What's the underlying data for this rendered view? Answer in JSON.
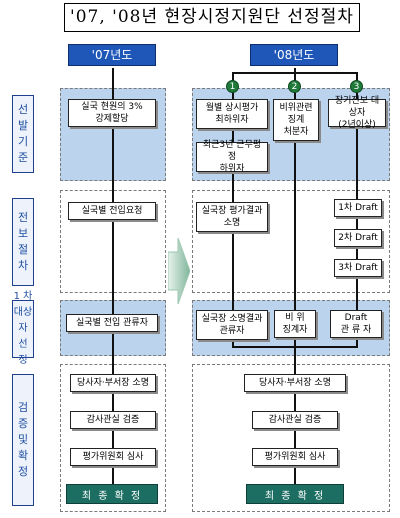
{
  "title": "'07, '08년 현장시정지원단 선정절차",
  "headers": {
    "y07": "'07년도",
    "y08": "'08년도"
  },
  "stages": [
    {
      "label_chars": [
        "선",
        "발",
        "기",
        "준"
      ]
    },
    {
      "label_chars": [
        "전",
        "보",
        "절",
        "차"
      ]
    },
    {
      "label_chars": [
        "1 차",
        "대상자",
        "선 정"
      ]
    },
    {
      "label_chars": [
        "검 증",
        "및",
        "확 정"
      ]
    }
  ],
  "y07": {
    "criteria": "실국 현원의 3%\n강제할당",
    "transfer": "실국별 전입요청",
    "select": "실국별 전입 관류자",
    "verify": [
      "당사자·부서장 소명",
      "감사관실 검증",
      "평가위원회 심사"
    ],
    "final": "최 종 확 정"
  },
  "y08": {
    "numbers": [
      "1",
      "2",
      "3"
    ],
    "criteria_a1": "월별 상시평가\n최하위자",
    "criteria_a2": "최근3년 근무평정\n하위자",
    "criteria_b": "비위관련\n징계\n처분자",
    "criteria_c": "장기전보 대상자\n(2년이상)",
    "eval_a": "실국장 평가결과\n소명",
    "drafts": [
      "1차 Draft",
      "2차 Draft",
      "3차 Draft"
    ],
    "select_a": "실국장 소명결과\n관류자",
    "select_b": "비 위\n징계자",
    "select_c": "Draft\n관 류 자",
    "verify": [
      "당사자·부서장 소명",
      "감사관실 검증",
      "평가위원회 심사"
    ],
    "final": "최 종 확 정"
  }
}
